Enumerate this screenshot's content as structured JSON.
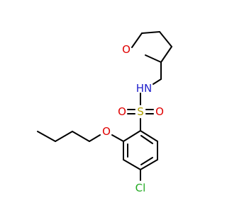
{
  "molecule": {
    "colors": {
      "bond": "#000000",
      "oxygen": "#e00000",
      "nitrogen": "#2222cc",
      "sulfur": "#b0a000",
      "chlorine": "#22aa22",
      "hydrogen": "#2222cc",
      "background": "#ffffff"
    },
    "atoms": {
      "o_ring": "O",
      "hn": "HN",
      "s": "S",
      "o_left": "O",
      "o_right": "O",
      "o_ether": "O",
      "cl": "Cl"
    }
  }
}
